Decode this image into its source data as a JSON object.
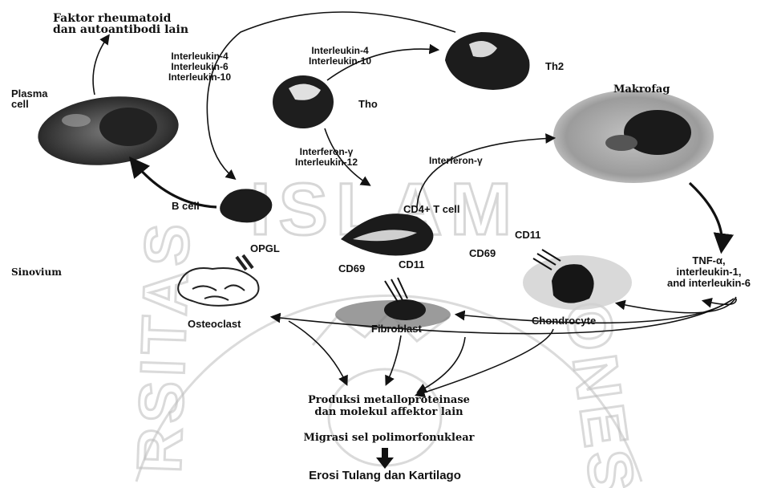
{
  "labels": {
    "faktor_line1": "Faktor rheumatoid",
    "faktor_line2": "dan autoantibodi lain",
    "il_left": [
      "Interleukin-4",
      "Interleukin-6",
      "Interleukin-10"
    ],
    "il_top": [
      "Interleukin-4",
      "Interleukin-10"
    ],
    "th2": "Th2",
    "plasma_line1": "Plasma",
    "plasma_line2": "cell",
    "tho": "Tho",
    "makrofag": "Makrofag",
    "ifn_il12": [
      "Interferon-γ",
      "Interleukin-12"
    ],
    "ifn": "Interferon-γ",
    "b_cell": "B cell",
    "cd4": "CD4+ T cell",
    "opgl": "OPGL",
    "cd11_right": "CD11",
    "cd69_right": "CD69",
    "cd69_left": "CD69",
    "cd11_left": "CD11",
    "tnf": [
      "TNF-α,",
      "interleukin-1,",
      "and interleukin-6"
    ],
    "sinovium": "Sinovium",
    "osteoclast": "Osteoclast",
    "fibroblast": "Fibroblast",
    "chondrocyte": "Chondrocyte",
    "produksi_line1": "Produksi metalloproteinase",
    "produksi_line2": "dan molekul affektor lain",
    "migrasi": "Migrasi sel polimorfonuklear",
    "erosi": "Erosi Tulang dan Kartilago"
  },
  "watermark": {
    "arc_top": "ISLAM",
    "side_left": "RSITAS",
    "side_right": "ONES"
  }
}
